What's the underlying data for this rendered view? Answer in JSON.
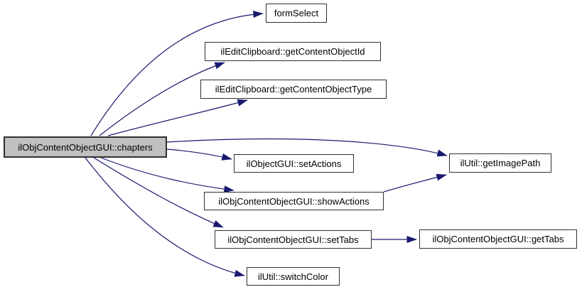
{
  "diagram": {
    "type": "doxygen-call-graph",
    "background_color": "#ffffff",
    "edge_color": "#191970",
    "node_border_color": "#303030",
    "node_fill": "#ffffff",
    "highlighted_node_fill": "#c0c0c0",
    "nodes": [
      {
        "id": "chapters",
        "label": "ilObjContentObjectGUI::chapters",
        "highlighted": true
      },
      {
        "id": "form-select",
        "label": "formSelect",
        "highlighted": false
      },
      {
        "id": "get-content-object-id",
        "label": "ilEditClipboard::getContentObjectId",
        "highlighted": false
      },
      {
        "id": "get-content-object-type",
        "label": "ilEditClipboard::getContentObjectType",
        "highlighted": false
      },
      {
        "id": "set-actions",
        "label": "ilObjectGUI::setActions",
        "highlighted": false
      },
      {
        "id": "get-image-path",
        "label": "ilUtil::getImagePath",
        "highlighted": false
      },
      {
        "id": "show-actions",
        "label": "ilObjContentObjectGUI::showActions",
        "highlighted": false
      },
      {
        "id": "set-tabs",
        "label": "ilObjContentObjectGUI::setTabs",
        "highlighted": false
      },
      {
        "id": "get-tabs",
        "label": "ilObjContentObjectGUI::getTabs",
        "highlighted": false
      },
      {
        "id": "switch-color",
        "label": "ilUtil::switchColor",
        "highlighted": false
      }
    ],
    "edges": [
      {
        "from": "chapters",
        "to": "form-select"
      },
      {
        "from": "chapters",
        "to": "get-content-object-id"
      },
      {
        "from": "chapters",
        "to": "get-content-object-type"
      },
      {
        "from": "chapters",
        "to": "get-image-path"
      },
      {
        "from": "chapters",
        "to": "set-actions"
      },
      {
        "from": "chapters",
        "to": "show-actions"
      },
      {
        "from": "chapters",
        "to": "set-tabs"
      },
      {
        "from": "chapters",
        "to": "switch-color"
      },
      {
        "from": "show-actions",
        "to": "get-image-path"
      },
      {
        "from": "set-tabs",
        "to": "get-tabs"
      }
    ]
  }
}
